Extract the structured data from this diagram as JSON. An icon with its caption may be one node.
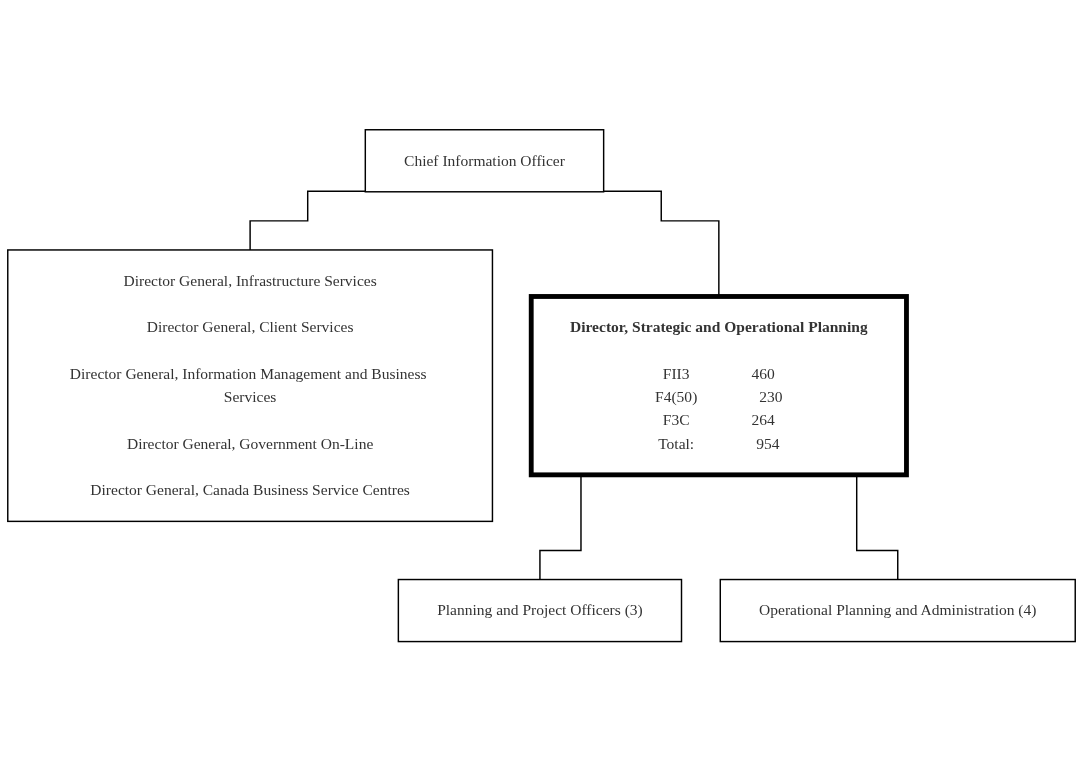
{
  "diagram": {
    "nodes": [
      {
        "text": [
          "Chief Information Officer"
        ]
      },
      {
        "text": [
          "Director General, Infrastructure Services",
          "Director General, Client Services",
          "Director General, Information Management and Business Services",
          "Director General, Government On-Line",
          "Director General, Canada Business Service Centres"
        ]
      },
      {
        "text": [
          "Director, Strategic and Operational Planning",
          "FII3",
          "460",
          "F4(50)",
          "230",
          "F3C",
          "264",
          "Total:",
          "954"
        ]
      },
      {
        "text": [
          "Planning and Project Officers (3)"
        ]
      },
      {
        "text": [
          "Operational Planning and Administration (4)"
        ]
      }
    ],
    "edges": [
      {
        "from": 0,
        "to": 1,
        "arrow": "none"
      },
      {
        "from": 0,
        "to": 2,
        "arrow": "none"
      },
      {
        "from": 2,
        "to": 3,
        "arrow": "none"
      },
      {
        "from": 2,
        "to": 4,
        "arrow": "none"
      }
    ]
  }
}
